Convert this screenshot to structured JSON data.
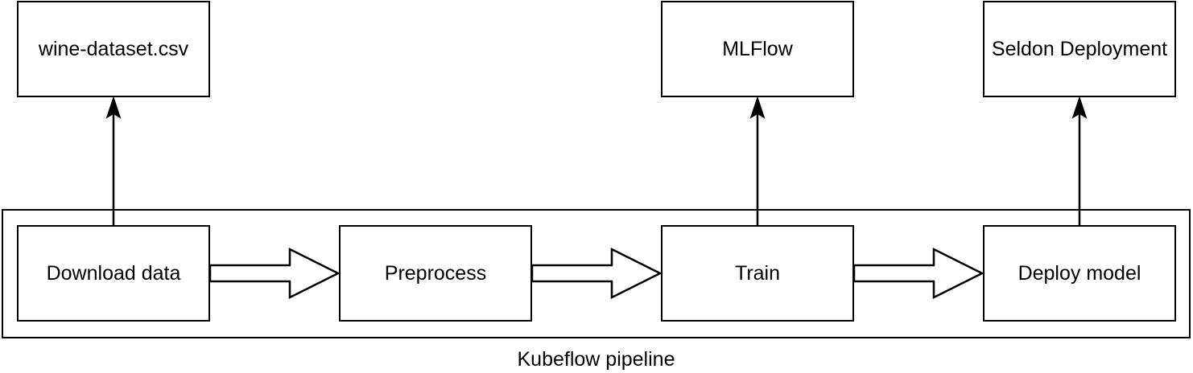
{
  "diagram": {
    "caption": "Kubeflow pipeline",
    "external_nodes": [
      {
        "label": "wine-dataset.csv"
      },
      {
        "label": "MLFlow"
      },
      {
        "label": "Seldon Deployment"
      }
    ],
    "pipeline_steps": [
      {
        "label": "Download data"
      },
      {
        "label": "Preprocess"
      },
      {
        "label": "Train"
      },
      {
        "label": "Deploy model"
      }
    ],
    "connections": [
      {
        "from": "Download data",
        "to": "wine-dataset.csv",
        "style": "thin-arrow"
      },
      {
        "from": "Train",
        "to": "MLFlow",
        "style": "thin-arrow"
      },
      {
        "from": "Deploy model",
        "to": "Seldon Deployment",
        "style": "thin-arrow"
      },
      {
        "from": "Download data",
        "to": "Preprocess",
        "style": "block-arrow"
      },
      {
        "from": "Preprocess",
        "to": "Train",
        "style": "block-arrow"
      },
      {
        "from": "Train",
        "to": "Deploy model",
        "style": "block-arrow"
      }
    ],
    "colors": {
      "stroke": "#000000",
      "fill": "#ffffff",
      "text": "#000000",
      "background": "#ffffff"
    }
  }
}
